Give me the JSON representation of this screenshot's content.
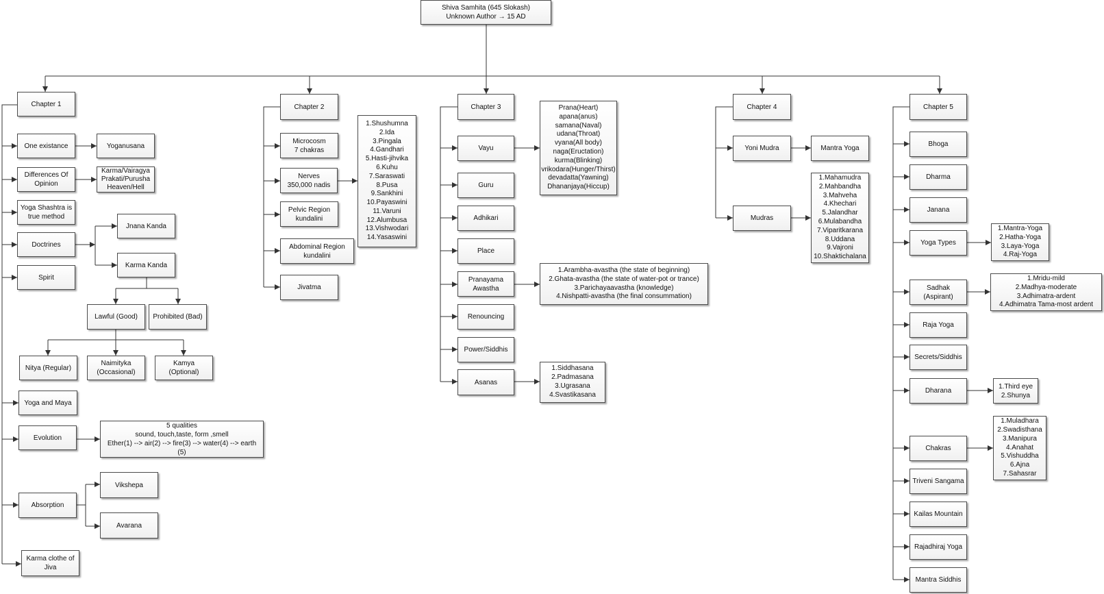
{
  "root": "Shiva Samhita (645 Slokash)\nUnknown Author → 15 AD",
  "ch1": {
    "title": "Chapter 1",
    "one_existance": "One existance",
    "yoganusana": "Yoganusana",
    "differences": "Differences Of\nOpinion",
    "karma_list": "Karma/Vairagya\nPrakati/Purusha\nHeaven/Hell",
    "yoga_shashtra": "Yoga Shashtra  is\ntrue method",
    "doctrines": "Doctrines",
    "jnana_kanda": "Jnana Kanda",
    "karma_kanda": "Karma Kanda",
    "spirit": "Spirit",
    "lawful": "Lawful (Good)",
    "prohibited": "Prohibited  (Bad)",
    "nitya": "Nitya (Regular)",
    "naimityka": "Naimityka\n(Occasional)",
    "kamya": "Kamya (Optional)",
    "yoga_maya": "Yoga and Maya",
    "evolution": "Evolution",
    "qualities": "5 qualities\nsound, touch,taste, form ,smell\nEther(1) --> air(2) --> fire(3) --> water(4) --> earth (5)",
    "absorption": "Absorption",
    "vikshepa": "Vikshepa",
    "avarana": "Avarana",
    "karma_clothe": "Karma clothe of\nJiva"
  },
  "ch2": {
    "title": "Chapter 2",
    "microcosm": "Microcosm\n7 chakras",
    "nerves": "Nerves\n350,000 nadis",
    "nadis_list": "1.Shushumna\n2.Ida\n3.Pingala\n4.Gandhari\n5.Hasti-jihvika\n6.Kuhu\n7.Saraswati\n8.Pusa\n9.Sankhini\n10.Payaswini\n11.Varuni\n12.Alumbusa\n13.Vishwodari\n14.Yasaswini",
    "pelvic": "Pelvic Region\nkundalini",
    "abdominal": "Abdominal Region\nkundalini",
    "jivatma": "Jivatma"
  },
  "ch3": {
    "title": "Chapter 3",
    "vayu": "Vayu",
    "vayu_list": "Prana(Heart)\napana(anus)\nsamana(Naval)\nudana(Throat)\nvyana(All body)\nnaga(Eructation)\nkurma(Blinking)\nvrikodara(Hunger/Thirst)\ndevadatta(Yawning)\nDhananjaya(Hiccup)",
    "guru": "Guru",
    "adhikari": "Adhikari",
    "place": "Place",
    "pranayama": "Pranayama\nAwastha",
    "avastha_list": "1.Arambha-avastha (the state of beginning)\n2.Ghata-avastha (the state of water-pot or trance)\n3.Parichayaavastha (knowledge)\n4.Nishpatti-avastha (the final consummation)",
    "renouncing": "Renouncing",
    "power": "Power/Siddhis",
    "asanas": "Asanas",
    "asanas_list": "1.Siddhasana\n2.Padmasana\n3.Ugrasana\n4.Svastikasana"
  },
  "ch4": {
    "title": "Chapter 4",
    "yoni": "Yoni Mudra",
    "mantra_yoga": "Mantra Yoga",
    "mudras": "Mudras",
    "mudras_list": "1.Mahamudra\n2.Mahbandha\n3.Mahveha\n4.Khechari\n5.Jalandhar\n6.Mulabandha\n7.Viparitkarana\n8.Uddana\n9.Vajroni\n10.Shaktichalana"
  },
  "ch5": {
    "title": "Chapter 5",
    "bhoga": "Bhoga",
    "dharma": "Dharma",
    "janana": "Janana",
    "yoga_types": "Yoga Types",
    "yoga_types_list": "1.Mantra-Yoga\n2.Hatha-Yoga\n3.Laya-Yoga\n4.Raj-Yoga",
    "sadhak": "Sadhak\n(Aspirant)",
    "sadhak_list": "1.Mridu-mild\n2.Madhya-moderate\n3.Adhimatra-ardent\n4.Adhimatra Tama-most ardent",
    "raja_yoga": "Raja Yoga",
    "secrets": "Secrets/Siddhis",
    "dharana": "Dharana",
    "dharana_list": "1.Third eye\n2.Shunya",
    "chakras": "Chakras",
    "chakras_list": "1.Muladhara\n2.Swadisthana\n3.Manipura\n4.Anahat\n5.Vishuddha\n6.Ajna\n7.Sahasrar",
    "triveni": "Triveni Sangama",
    "kailas": "Kailas Mountain",
    "rajadhiraj": "Rajadhiraj Yoga",
    "mantra_siddhis": "Mantra Siddhis"
  }
}
